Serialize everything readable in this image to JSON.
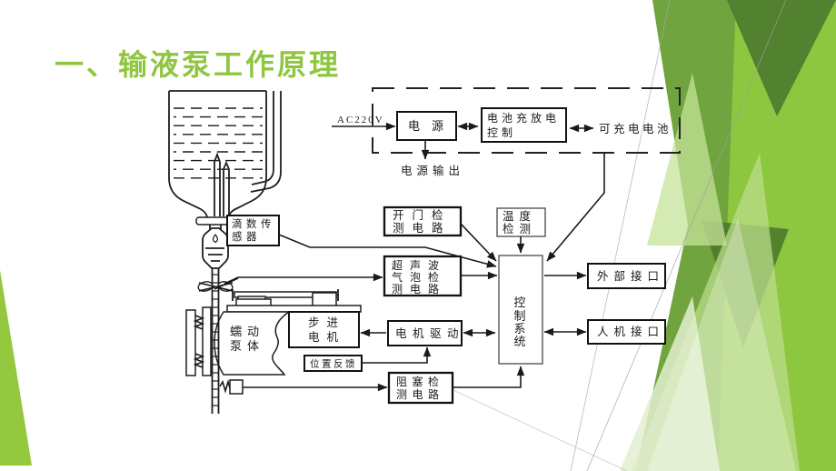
{
  "slide": {
    "title": "一、输液泵工作原理"
  },
  "colors": {
    "title_green": "#8FC63F",
    "left_triangle": "#94C83E",
    "medium": "#6FA43E",
    "bright": "#8DC63F",
    "dark_top": "#4F7E2F",
    "dark_mid": "#4C7A2C",
    "light": "#BCDE8E",
    "light2": "#C6E39A",
    "pale": "#E2EFCF",
    "line": "#1a1a1a"
  },
  "diagram": {
    "ac_input": "AC220V",
    "power_output": "电源输出",
    "battery": "可充电电池",
    "pump_label": {
      "line1": "蠕动",
      "line2": "泵体"
    },
    "boxes": {
      "power": {
        "label": "电源"
      },
      "charge": {
        "line1": "电池充放电",
        "line2": "控制"
      },
      "door": {
        "line1": "开门检",
        "line2": "测电路"
      },
      "temp": {
        "line1": "温度",
        "line2": "检测"
      },
      "bubble": {
        "line1": "超声波",
        "line2": "气泡检",
        "line3": "测电路"
      },
      "control": {
        "c1": "控",
        "c2": "制",
        "c3": "系",
        "c4": "统"
      },
      "ext": {
        "label": "外部接口"
      },
      "hmi": {
        "label": "人机接口"
      },
      "drive": {
        "label": "电机驱动"
      },
      "stepper": {
        "line1": "步进",
        "line2": "电机"
      },
      "posfb": {
        "label": "位置反馈"
      },
      "block": {
        "line1": "阻塞检",
        "line2": "测电路"
      },
      "drop": {
        "line1": "滴数传",
        "line2": "感器"
      }
    }
  }
}
